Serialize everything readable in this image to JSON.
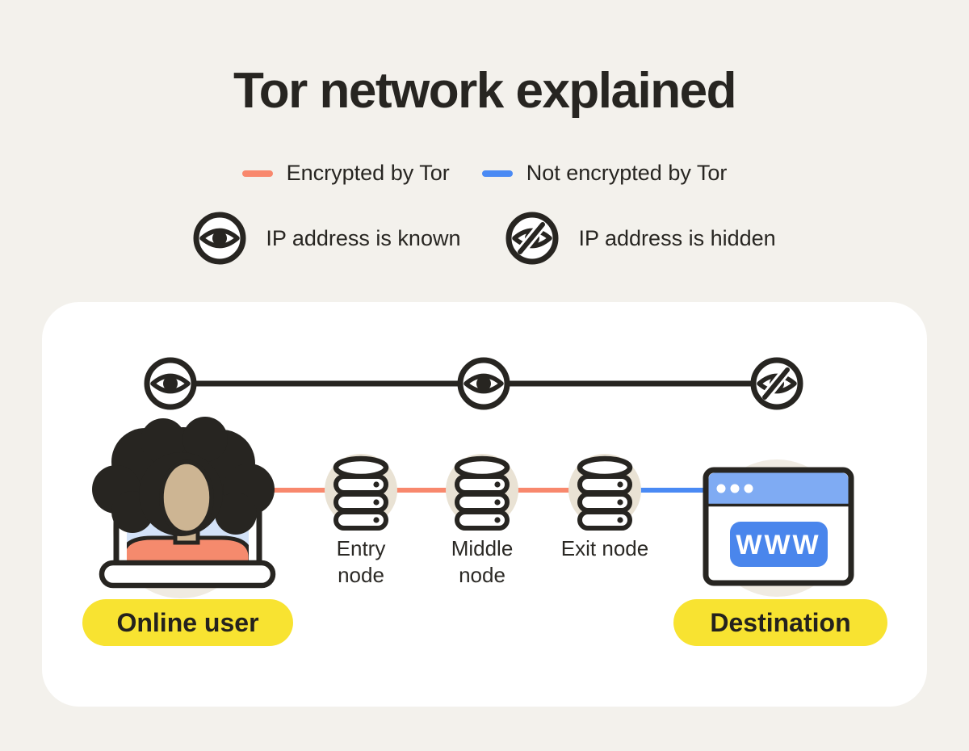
{
  "title": "Tor network explained",
  "legend": {
    "lines": [
      {
        "label": "Encrypted by Tor",
        "icon": "orange-line-swatch",
        "color": "#f8886d"
      },
      {
        "label": "Not encrypted by Tor",
        "icon": "blue-line-swatch",
        "color": "#4a8af4"
      }
    ],
    "visibility": [
      {
        "label": "IP address is known",
        "icon": "eye-target-icon"
      },
      {
        "label": "IP address is hidden",
        "icon": "eye-slash-target-icon"
      }
    ]
  },
  "diagram": {
    "online_user": {
      "label": "Online user",
      "visibility": "IP address is known"
    },
    "nodes": [
      {
        "label": "Entry node"
      },
      {
        "label": "Middle node"
      },
      {
        "label": "Exit node"
      }
    ],
    "destination": {
      "label": "Destination",
      "browser_text": "WWW",
      "visibility": "IP address is hidden"
    },
    "connections": [
      {
        "from": "Online user",
        "to": "Entry node",
        "encrypted": true
      },
      {
        "from": "Entry node",
        "to": "Middle node",
        "encrypted": true
      },
      {
        "from": "Middle node",
        "to": "Exit node",
        "encrypted": true
      },
      {
        "from": "Exit node",
        "to": "Destination",
        "encrypted": false
      }
    ],
    "path_visibility_icons": [
      "eye-target-icon",
      "eye-target-icon",
      "eye-slash-target-icon"
    ],
    "highlight_color": "#f8e331",
    "encrypted_color": "#f8886d",
    "not_encrypted_color": "#4a8af4"
  }
}
